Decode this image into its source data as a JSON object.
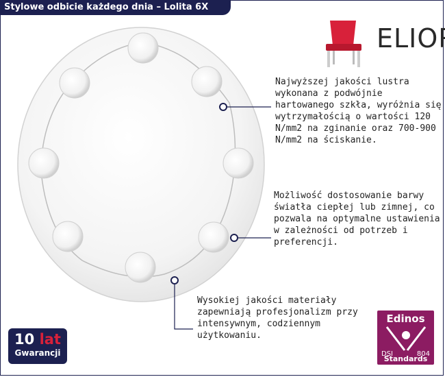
{
  "title": "Stylowe odbicie każdego dnia – Lolita 6X",
  "brand": {
    "name": "ELIOR",
    "icon": "red-chair-icon"
  },
  "features": [
    "Najwyższej jakości lustra wykonana z podwójnie hartowanego szkła, wyróżnia się wytrzymałością o wartości 120 N/mm2 na zginanie oraz 700-900 N/mm2 na ściskanie.",
    "Możliwość dostosowanie barwy światła ciepłej lub zimnej, co pozwala na optymalne ustawienia w zależności od potrzeb i preferencji.",
    "Wysokiej jakości materiały zapewniają profesjonalizm przy intensywnym, codziennym użytkowaniu."
  ],
  "warranty": {
    "years_num": "10",
    "years_unit": "lat",
    "label": "Gwarancji"
  },
  "certificate": {
    "name": "Edinos",
    "dsi": "DSI",
    "number": "804",
    "standards": "Standards"
  },
  "colors": {
    "navy": "#1c2050",
    "accent_red": "#d8213a",
    "edinos_purple": "#8c1c62"
  }
}
